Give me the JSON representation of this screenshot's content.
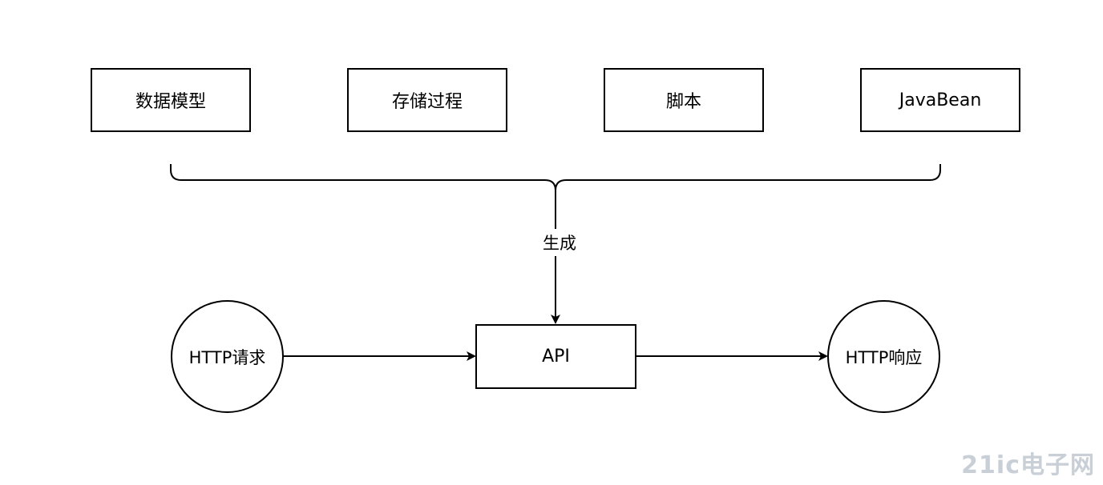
{
  "sources": [
    {
      "id": "data-model",
      "label": "数据模型"
    },
    {
      "id": "stored-procedure",
      "label": "存储过程"
    },
    {
      "id": "script",
      "label": "脚本"
    },
    {
      "id": "javabean",
      "label": "JavaBean"
    }
  ],
  "generate_label": "生成",
  "api_label": "API",
  "request_label": "HTTP请求",
  "response_label": "HTTP响应",
  "watermark": "21ic电子网",
  "colors": {
    "stroke": "#000000",
    "background": "#ffffff",
    "watermark": "#c9cfd6"
  }
}
